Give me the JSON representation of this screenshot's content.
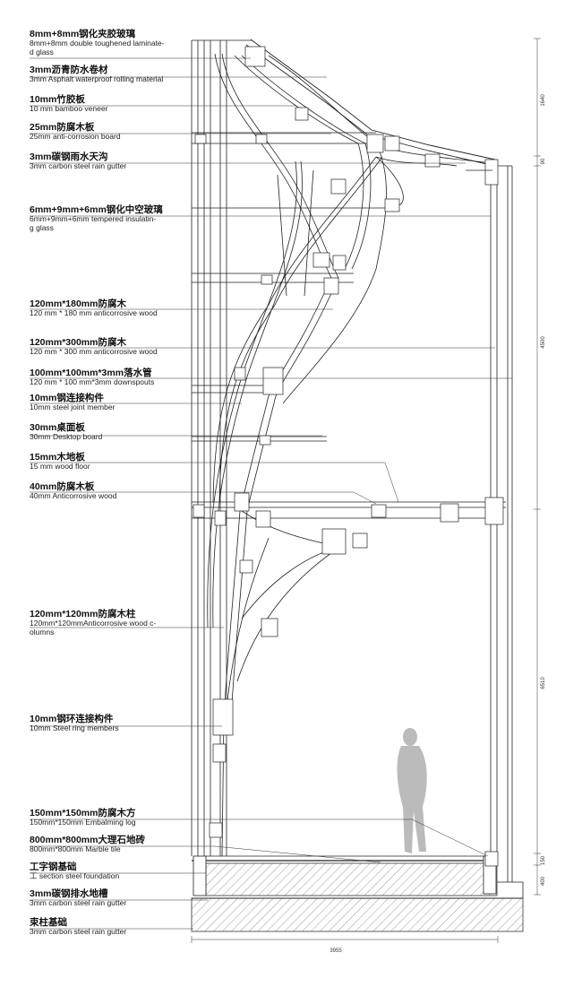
{
  "labels": [
    {
      "zh": "8mm+8mm钢化夹胶玻璃",
      "en": "8mm+8mm double toughened laminate-\nd glass"
    },
    {
      "zh": "3mm沥青防水卷材",
      "en": "3mm Asphalt waterproof rolling material"
    },
    {
      "zh": "10mm竹胶板",
      "en": "10 mm bamboo veneer"
    },
    {
      "zh": "25mm防腐木板",
      "en": "25mm anti-corrosion board"
    },
    {
      "zh": "3mm碳钢雨水天沟",
      "en": "3mm carbon steel rain gutter"
    },
    {
      "zh": "6mm+9mm+6mm钢化中空玻璃",
      "en": "6mm+9mm+6mm tempered insulatin-\ng glass"
    },
    {
      "zh": "120mm*180mm防腐木",
      "en": "120 mm * 180 mm anticorrosive wood"
    },
    {
      "zh": "120mm*300mm防腐木",
      "en": "120 mm * 300 mm anticorrosive wood"
    },
    {
      "zh": "100mm*100mm*3mm落水管",
      "en": "120 mm * 100 mm*3mm downspouts"
    },
    {
      "zh": "10mm钢连接构件",
      "en": "10mm steel joint member"
    },
    {
      "zh": "30mm桌面板",
      "en": "30mm Desktop board"
    },
    {
      "zh": "15mm木地板",
      "en": "15 mm wood floor"
    },
    {
      "zh": "40mm防腐木板",
      "en": "40mm Anticorrosive wood"
    },
    {
      "zh": "120mm*120mm防腐木柱",
      "en": "120mm*120mmAnticorrosive wood c-\nolumns"
    },
    {
      "zh": "10mm钢环连接构件",
      "en": "10mm Steel ring members"
    },
    {
      "zh": "150mm*150mm防腐木方",
      "en": "150mm*150mm Embalming log"
    },
    {
      "zh": "800mm*800mm大理石地砖",
      "en": "800mm*800mm Marble tile"
    },
    {
      "zh": "工字钢基础",
      "en": "工 section steel foundation"
    },
    {
      "zh": "3mm碳钢排水地槽",
      "en": "3mm carbon steel rain gutter"
    },
    {
      "zh": "束柱基础",
      "en": "3mm carbon steel rain gutter"
    }
  ],
  "dimensions": {
    "vertical": [
      "1640",
      "90",
      "4500",
      "6510",
      "150",
      "400"
    ],
    "horizontal": "3955"
  }
}
